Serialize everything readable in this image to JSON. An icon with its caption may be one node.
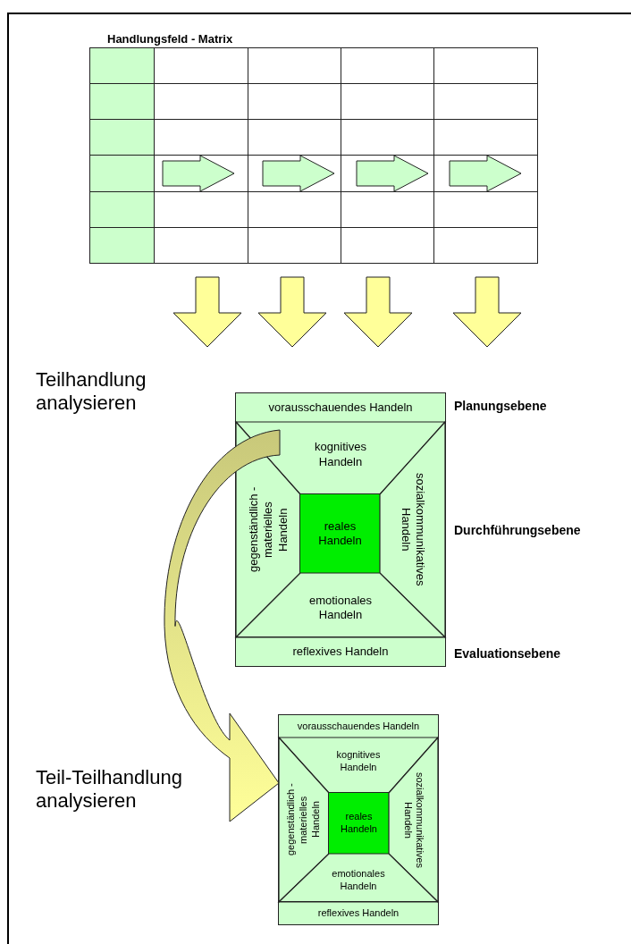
{
  "diagram": {
    "nodes": [
      {
        "text": [
          "Handlungsfeld - Matrix"
        ]
      },
      {
        "text": [],
        "shape": "box"
      },
      {
        "text": [
          "vorausschauendes Handeln"
        ],
        "in": 1
      },
      {
        "text": [
          "kognitives Handeln"
        ],
        "in": 1
      },
      {
        "text": [
          "gegenständlich - materielles Handeln"
        ],
        "in": 1
      },
      {
        "text": [
          "reales Handeln"
        ],
        "in": 1
      },
      {
        "text": [
          "sozialkommunikatives Handeln"
        ],
        "in": 1
      },
      {
        "text": [
          "emotionales Handeln"
        ],
        "in": 1
      },
      {
        "text": [
          "reflexives Handeln"
        ],
        "in": 1
      },
      {
        "text": [],
        "shape": "box"
      },
      {
        "text": [
          "vorausschauendes Handeln"
        ],
        "in": 9
      },
      {
        "text": [
          "kognitives Handeln"
        ],
        "in": 9
      },
      {
        "text": [
          "gegenständlich - materielles Handeln"
        ],
        "in": 9
      },
      {
        "text": [
          "reales Handeln"
        ],
        "in": 9
      },
      {
        "text": [
          "sozialkommunikatives Handeln"
        ],
        "in": 9
      },
      {
        "text": [
          "emotionales Handeln"
        ],
        "in": 9
      },
      {
        "text": [
          "reflexives Handeln"
        ],
        "in": 9
      }
    ],
    "edges": [
      {
        "from": 0,
        "to": 1,
        "arrow": "to"
      },
      {
        "from": 0,
        "to": 1,
        "arrow": "to"
      },
      {
        "from": 0,
        "to": 1,
        "arrow": "to"
      },
      {
        "from": 0,
        "to": 1,
        "arrow": "to"
      },
      {
        "from": 1,
        "to": 9,
        "arrow": "to"
      }
    ],
    "labels": [
      "Teilhandlung analysieren",
      "Planungsebene",
      "Durchführungsebene",
      "Evaluationsebene",
      "Teil-Teilhandlung analysieren"
    ]
  }
}
